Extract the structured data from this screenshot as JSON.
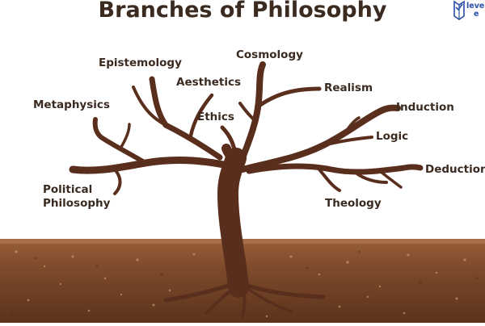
{
  "title": "Branches of Philosophy",
  "colors": {
    "text": "#3a2a20",
    "trunk": "#5a2e1d",
    "soil": "#7a4a2c",
    "logo": "#2a4fa8"
  },
  "logo": {
    "line1": "leve",
    "line2": "e",
    "icon": "book-icon"
  },
  "branches": {
    "epistemology": "Epistemology",
    "cosmology": "Cosmology",
    "aesthetics": "Aesthetics",
    "realism": "Realism",
    "metaphysics": "Metaphysics",
    "induction": "Induction",
    "ethics": "Ethics",
    "logic": "Logic",
    "deduction": "Deduction",
    "political_line1": "Political",
    "political_line2": "Philosophy",
    "theology": "Theology"
  }
}
